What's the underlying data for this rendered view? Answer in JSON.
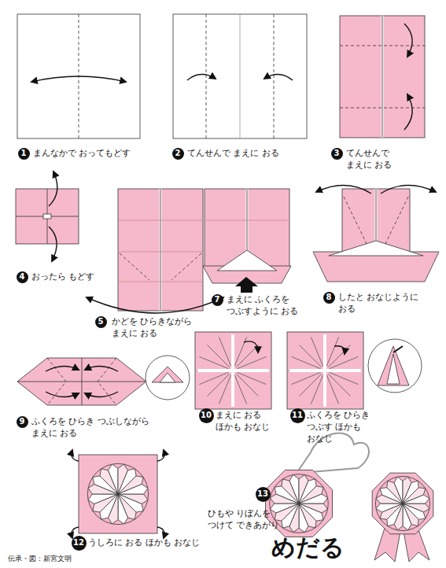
{
  "diagram": {
    "title": "めだる",
    "nodes": [
      {
        "text": [
          "1"
        ]
      },
      {
        "text": [
          "2"
        ]
      },
      {
        "text": [
          "3"
        ]
      },
      {
        "text": [
          "4"
        ]
      },
      {
        "text": [
          "5"
        ]
      },
      {
        "text": [
          "7"
        ]
      },
      {
        "text": [
          "8"
        ]
      },
      {
        "text": [
          "9"
        ]
      },
      {
        "text": [
          "10"
        ]
      },
      {
        "text": [
          "11"
        ]
      },
      {
        "text": [
          "12"
        ]
      },
      {
        "text": [
          "13"
        ]
      }
    ],
    "labels": [
      "まんなかで おってもどす",
      "てんせんで まえに おる",
      "てんせんで まえに おる",
      "おったら もどす",
      "かどを ひらきながら まえに おる",
      "まえに ふくろを つぶすように おる",
      "したと おなじように おる",
      "ふくろを ひらき つぶしながら まえに おる",
      "まえに おる ほかも おなじ",
      "ふくろを ひらき つぶす ほかも おなじ",
      "うしろに おる ほかも おなじ",
      "ひもや りぼんを つけて できあがり",
      "伝承・図：新宮文明"
    ]
  }
}
